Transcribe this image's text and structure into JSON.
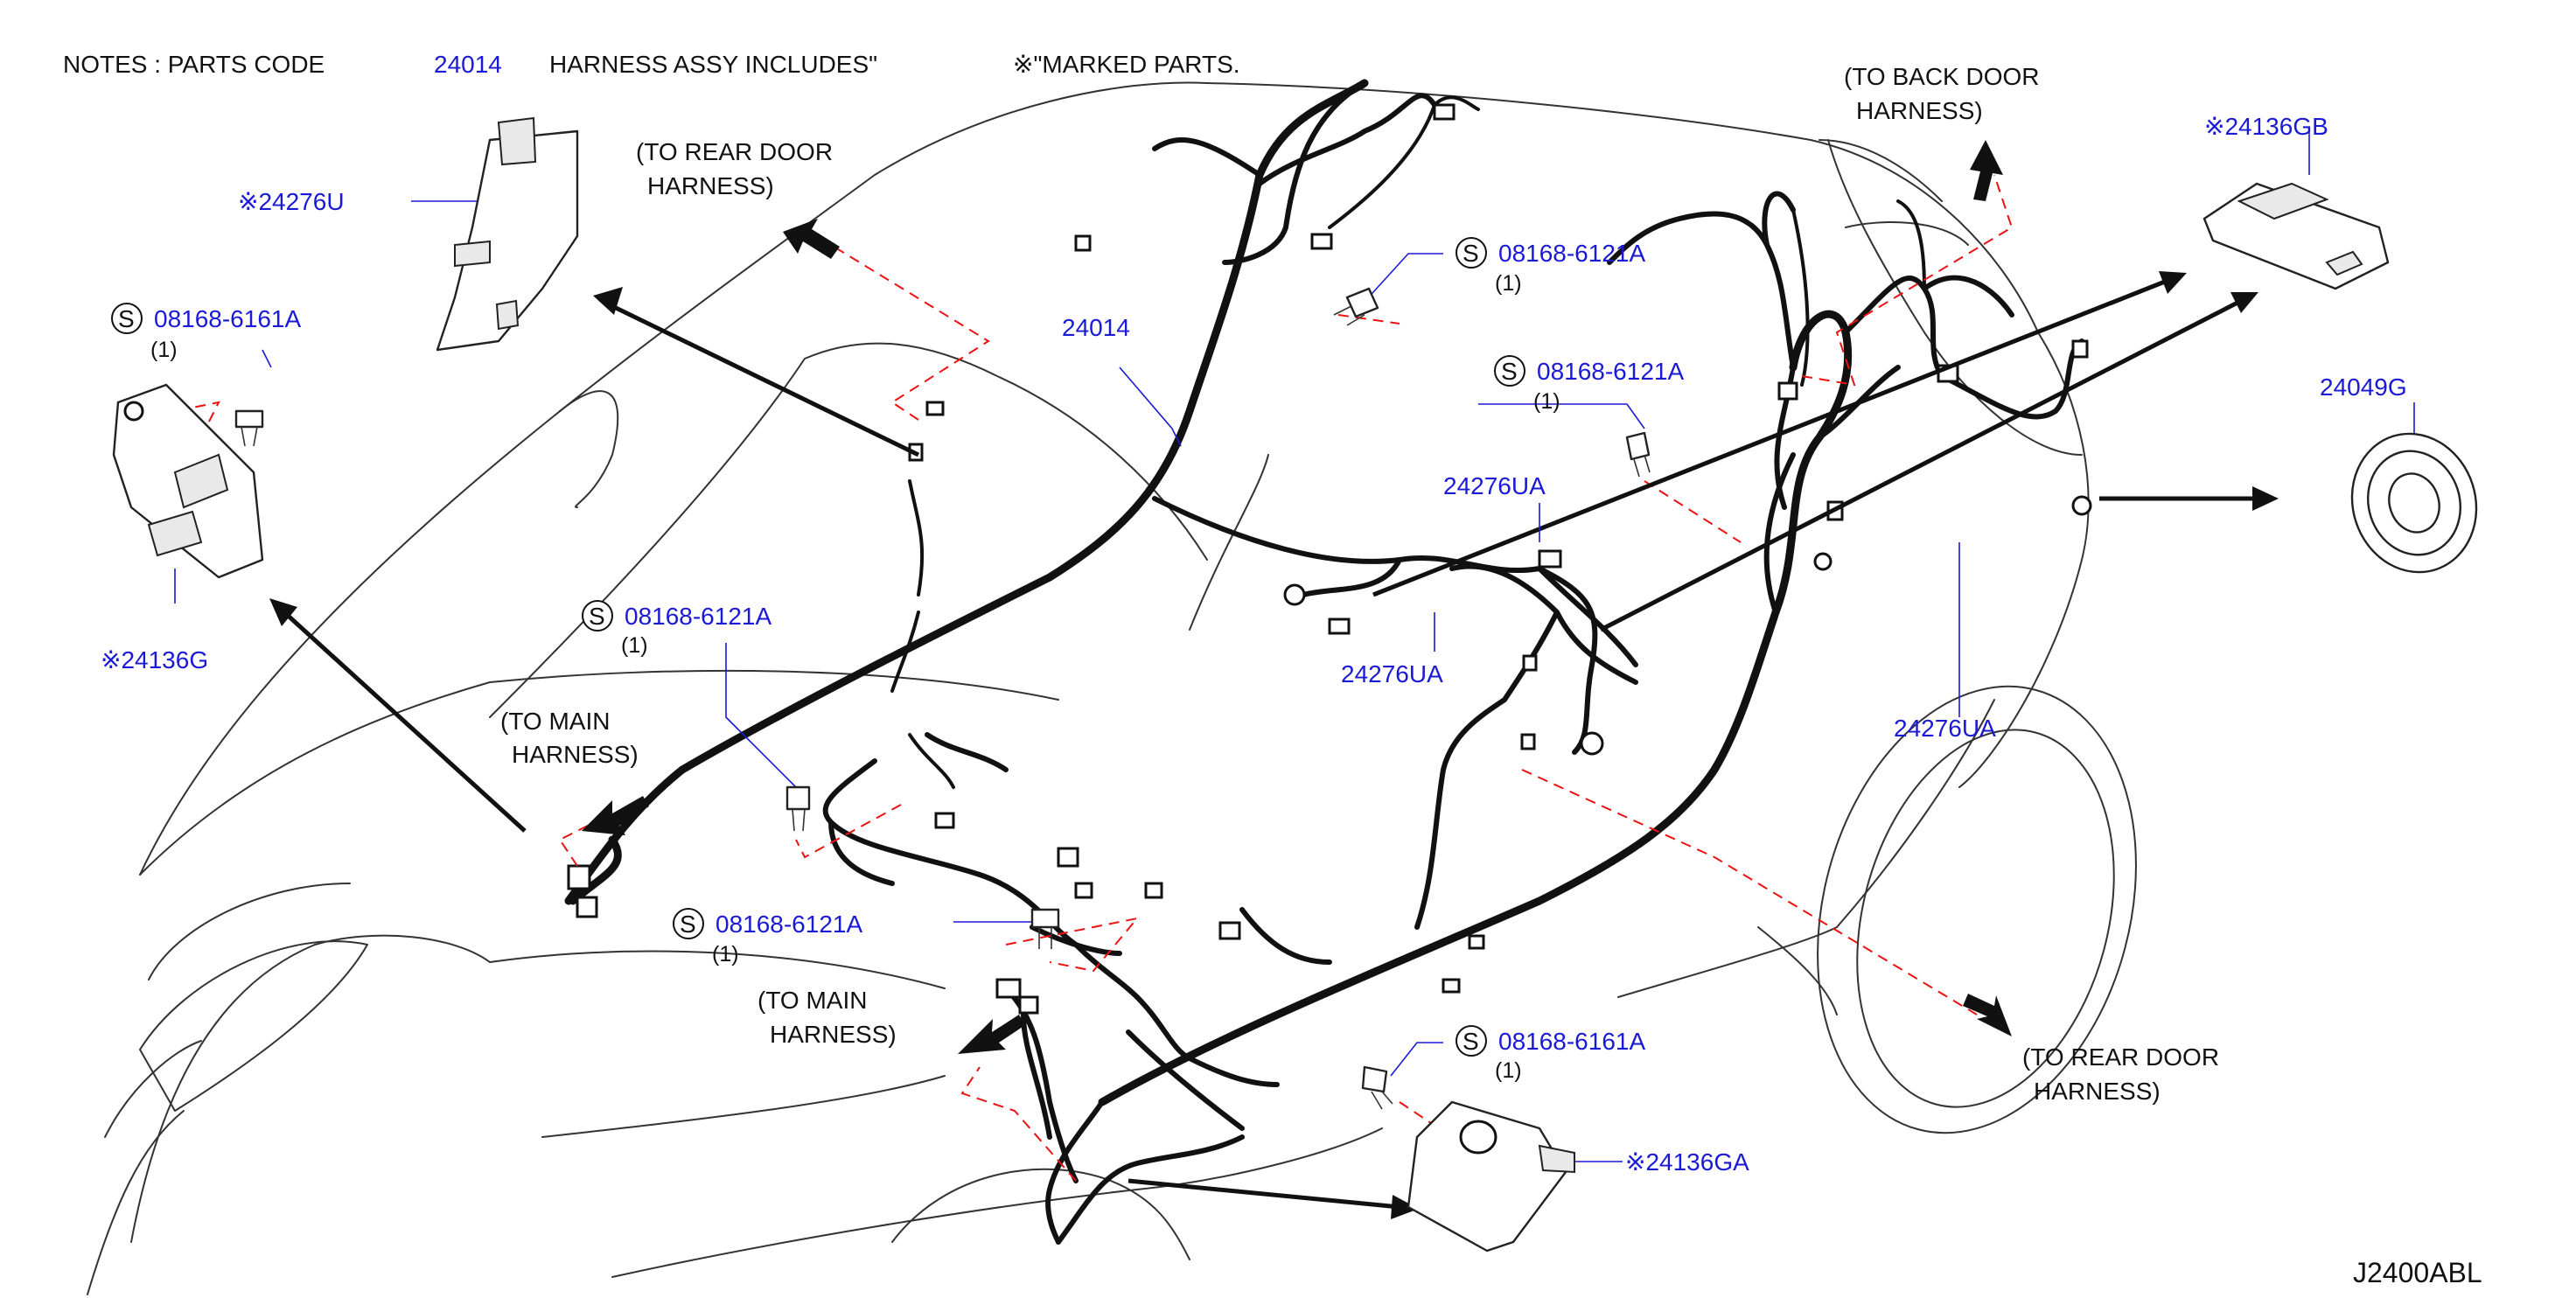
{
  "notes": {
    "prefix": "NOTES  :  PARTS  CODE",
    "code": "24014",
    "suffix": "HARNESS  ASSY  INCLUDES\"",
    "mark": "※\"MARKED  PARTS."
  },
  "labels": {
    "p24276u": "※24276U",
    "p24136g": "※24136G",
    "p24014": "24014",
    "p24136gb": "※24136GB",
    "p24049g": "24049G",
    "p24276ua_top": "24276UA",
    "p24276ua_mid": "24276UA",
    "p24276ua_right": "24276UA",
    "p24136ga": "※24136GA",
    "bolt_08168_6161a_left": "08168-6161A",
    "bolt_08168_6161a_bottom": "08168-6161A",
    "bolt_08168_6121a_a": "08168-6121A",
    "bolt_08168_6121a_b": "08168-6121A",
    "bolt_08168_6121a_c": "08168-6121A",
    "bolt_08168_6121a_d": "08168-6121A",
    "qty": "(1)",
    "s_symbol": "S"
  },
  "annotations": {
    "rear_door_left_1": "(TO  REAR  DOOR",
    "rear_door_left_2": "HARNESS)",
    "back_door_1": "(TO  BACK  DOOR",
    "back_door_2": "HARNESS)",
    "main_harness_upper_1": "(TO  MAIN",
    "main_harness_upper_2": "HARNESS)",
    "main_harness_lower_1": "(TO  MAIN",
    "main_harness_lower_2": "HARNESS)",
    "rear_door_right_1": "(TO  REAR  DOOR",
    "rear_door_right_2": "HARNESS)"
  },
  "diagram_code": "J2400ABL",
  "colors": {
    "part_label": "#1a1ad6",
    "text": "#111111",
    "dashed_guide": "#e11111",
    "harness": "#111111"
  }
}
